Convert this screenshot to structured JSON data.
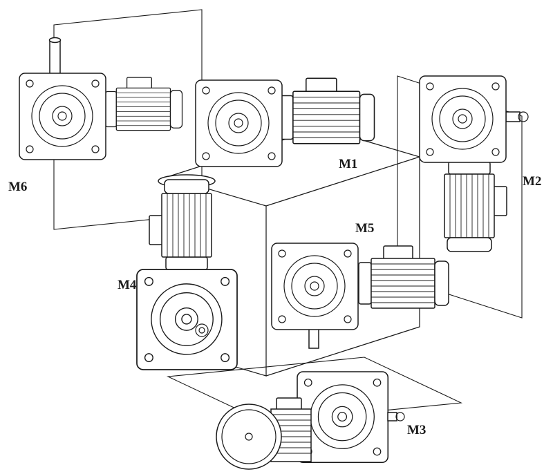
{
  "figure": {
    "background": "#ffffff",
    "line_color": "#1a1a1a"
  },
  "labels": {
    "m1": "M1",
    "m2": "M2",
    "m3": "M3",
    "m4": "M4",
    "m5": "M5",
    "m6": "M6"
  }
}
